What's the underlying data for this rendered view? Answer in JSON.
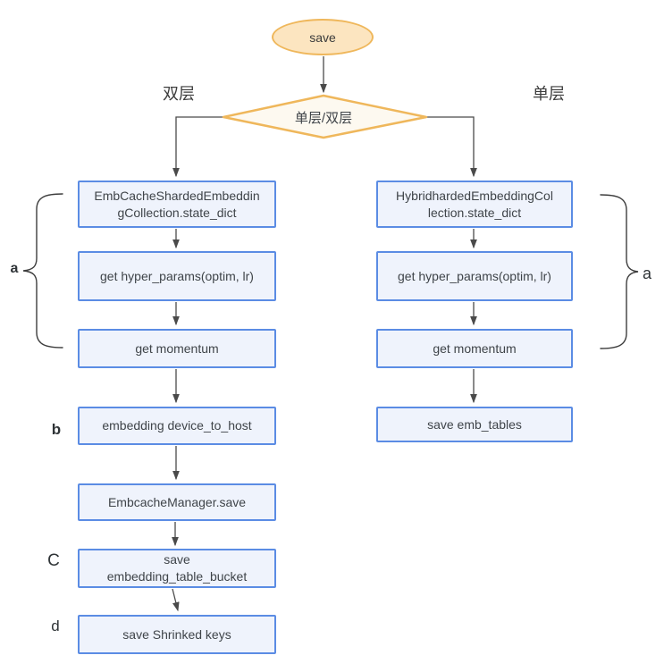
{
  "flowchart": {
    "start": {
      "label": "save"
    },
    "decision": {
      "label": "单层/双层"
    },
    "branches": {
      "left_label": "双层",
      "right_label": "单层"
    },
    "left_nodes": [
      {
        "label": "EmbCacheShardedEmbeddin\ngCollection.state_dict"
      },
      {
        "label": "get hyper_params(optim, lr)"
      },
      {
        "label": "get momentum"
      },
      {
        "label": "embedding device_to_host"
      },
      {
        "label": "EmbcacheManager.save"
      },
      {
        "label": "save\nembedding_table_bucket"
      },
      {
        "label": "save Shrinked keys"
      }
    ],
    "right_nodes": [
      {
        "label": "HybridhardedEmbeddingCol\nlection.state_dict"
      },
      {
        "label": "get hyper_params(optim, lr)"
      },
      {
        "label": "get momentum"
      },
      {
        "label": "save emb_tables"
      }
    ],
    "annotations": {
      "left_brace_label": "a",
      "right_brace_label": "a",
      "b_label": "b",
      "c_label": "C",
      "d_label": "d"
    },
    "colors": {
      "shape_orange_border": "#EFB75B",
      "oval_fill": "#FCE5C0",
      "diamond_fill": "#FDF9F0",
      "box_border": "#5B8CE4",
      "box_fill": "#EFF3FC",
      "connector": "#4A4A4A",
      "text": "#3F4449"
    }
  }
}
